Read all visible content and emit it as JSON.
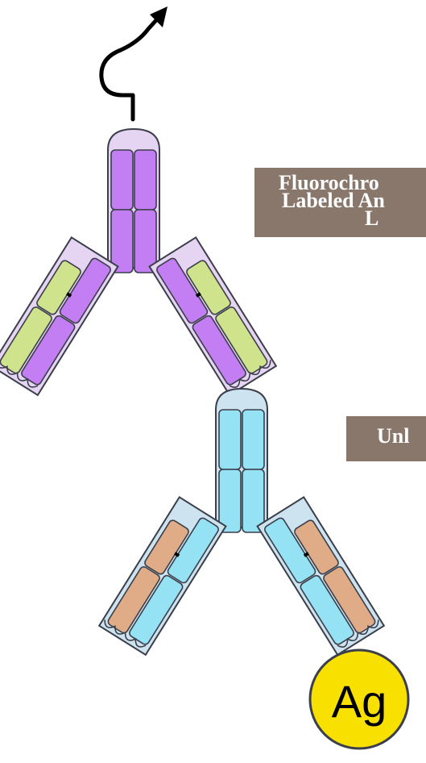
{
  "diagram": {
    "labels": {
      "primary": {
        "line1": "Fluorochro",
        "line2": "Labeled An",
        "line3": "L"
      },
      "secondary": "Unl"
    },
    "antigen_label": "Ag"
  },
  "colors": {
    "label_box": "#8a776c",
    "primary_heavy": "#c27ef2",
    "primary_light": "#cfe28c",
    "primary_outline_fill": "#e6d4f3",
    "secondary_heavy": "#96e2f5",
    "secondary_light": "#e0ab87",
    "secondary_outline_fill": "#cde3ef",
    "antigen": "#f8e000",
    "stroke": "#3b3f4a"
  },
  "icons": {
    "fluorophore": "squiggle-arrow-icon"
  }
}
